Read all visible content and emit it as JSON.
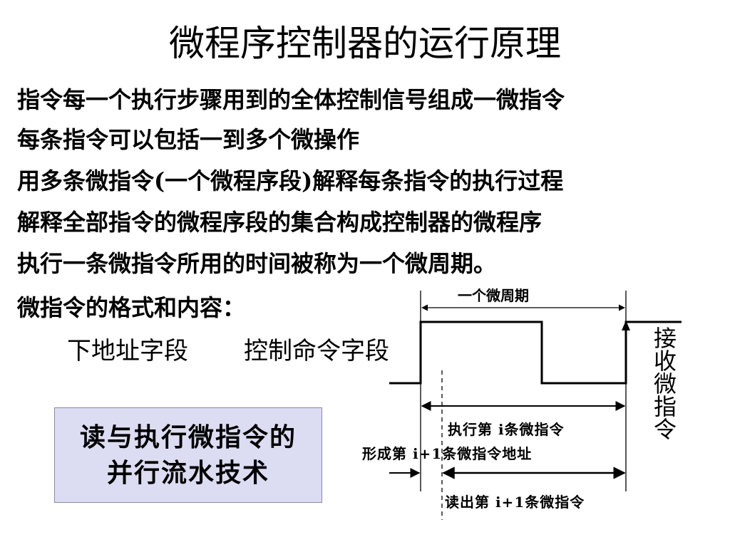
{
  "title": "微程序控制器的运行原理",
  "lines": [
    "指令每一个执行步骤用到的全体控制信号组成一微指令",
    "每条指令可以包括一到多个微操作",
    "用多条微指令(一个微程序段)解释每条指令的执行过程",
    "解释全部指令的微程序段的集合构成控制器的微程序",
    "执行一条微指令所用的时间被称为一个微周期。"
  ],
  "format_heading": "微指令的格式和内容：",
  "fields": {
    "next_address": "下地址字段",
    "control_command": "控制命令字段"
  },
  "pipeline_box": {
    "line1": "读与执行微指令的",
    "line2": "并行流水技术"
  },
  "timing_diagram": {
    "micro_cycle_label": "一个微周期",
    "receive_label": "接收微指令",
    "execute_label": "执行第 i条微指令",
    "form_address_label": "形成第 i+1条微指令地址",
    "read_label": "读出第 i+1条微指令"
  }
}
